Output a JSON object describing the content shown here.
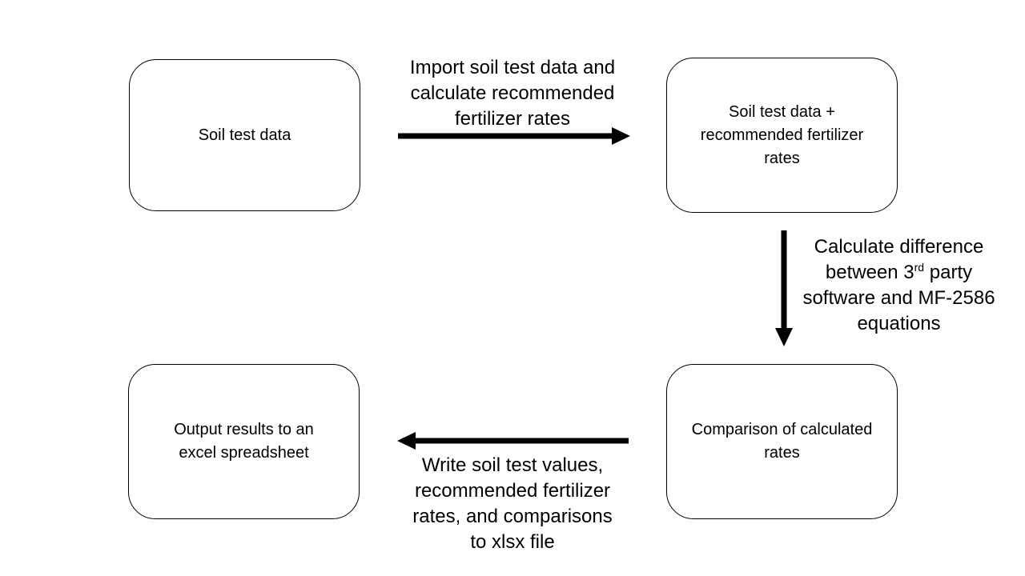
{
  "boxes": {
    "soil_test_data": "Soil test data",
    "soil_test_plus_rates": [
      "Soil test data +",
      "recommended fertilizer",
      "rates"
    ],
    "comparison": [
      "Comparison of calculated",
      "rates"
    ],
    "output_results": [
      "Output results to an",
      "excel spreadsheet"
    ]
  },
  "labels": {
    "import": [
      "Import soil test data and",
      "calculate recommended",
      "fertilizer rates"
    ],
    "calculate_difference": {
      "line1": "Calculate difference",
      "line2_pre": "between 3",
      "line2_sup": "rd",
      "line2_post": " party",
      "line3": "software and MF-2586",
      "line4": "equations"
    },
    "write": [
      "Write soil test values,",
      "recommended fertilizer",
      "rates, and comparisons",
      "to xlsx file"
    ]
  },
  "colors": {
    "line": "#000000",
    "background": "#ffffff"
  }
}
